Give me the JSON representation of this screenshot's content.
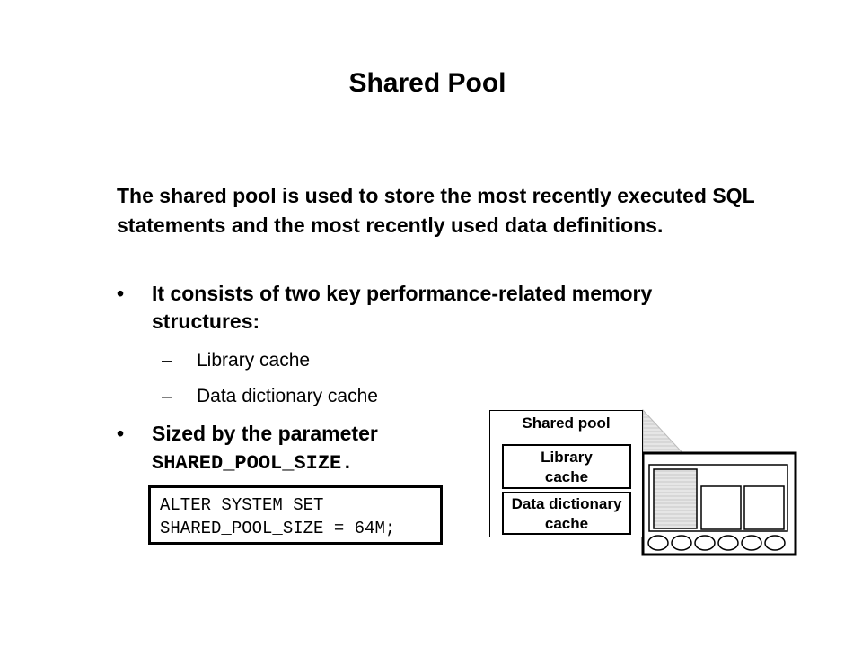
{
  "slide": {
    "title": "Shared Pool",
    "intro": "The shared pool is used to store the most recently executed SQL statements and the most recently used data definitions.",
    "bullets": [
      {
        "symbol": "•",
        "text": "It consists of two key performance-related memory structures:",
        "subitems": [
          {
            "symbol": "–",
            "text": "Library cache"
          },
          {
            "symbol": "–",
            "text": "Data dictionary cache"
          }
        ]
      },
      {
        "symbol": "•",
        "text": "Sized by the parameter",
        "code": "SHARED_POOL_SIZE."
      }
    ],
    "code_block": [
      "ALTER SYSTEM SET",
      "SHARED_POOL_SIZE = 64M;"
    ]
  },
  "diagram": {
    "pool_title": "Shared pool",
    "library_cache": [
      "Library",
      "cache"
    ],
    "dictionary_cache": [
      "Data dictionary",
      "cache"
    ]
  }
}
